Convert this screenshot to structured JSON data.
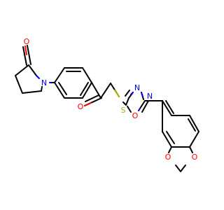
{
  "molecule": {
    "colors": {
      "bond": "#000000",
      "oxygen": "#FF0000",
      "nitrogen": "#0000FF",
      "sulfur": "#B2B200"
    },
    "atom_labels": {
      "o_lactam": "O",
      "n_lactam": "N",
      "o_ketone": "O",
      "s_thioether": "S",
      "n_ring_3": "N",
      "n_ring_4": "N",
      "o_ring_1": "O",
      "o_dioxole_a": "O",
      "o_dioxole_b": "O"
    }
  }
}
